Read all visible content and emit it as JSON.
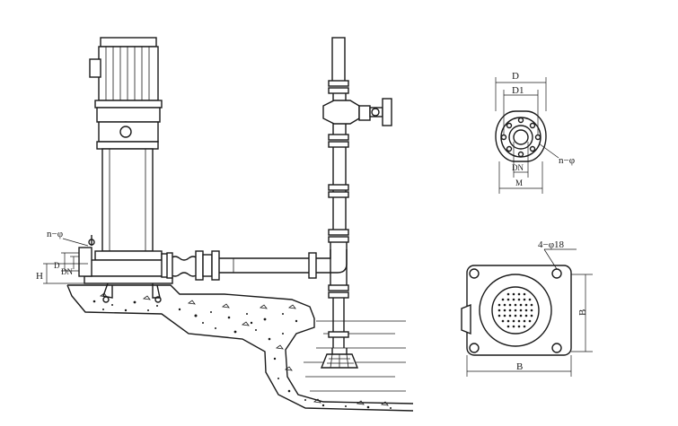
{
  "labels": {
    "n_phi_left": "n−φ",
    "H": "H",
    "D_left": "D",
    "DN_left": "DN",
    "D_top": "D",
    "D1": "D1",
    "DN_flange": "DN",
    "M": "M",
    "n_phi_flange": "n−φ",
    "holes": "4−φ18",
    "B_bottom": "B",
    "B_right": "B"
  }
}
